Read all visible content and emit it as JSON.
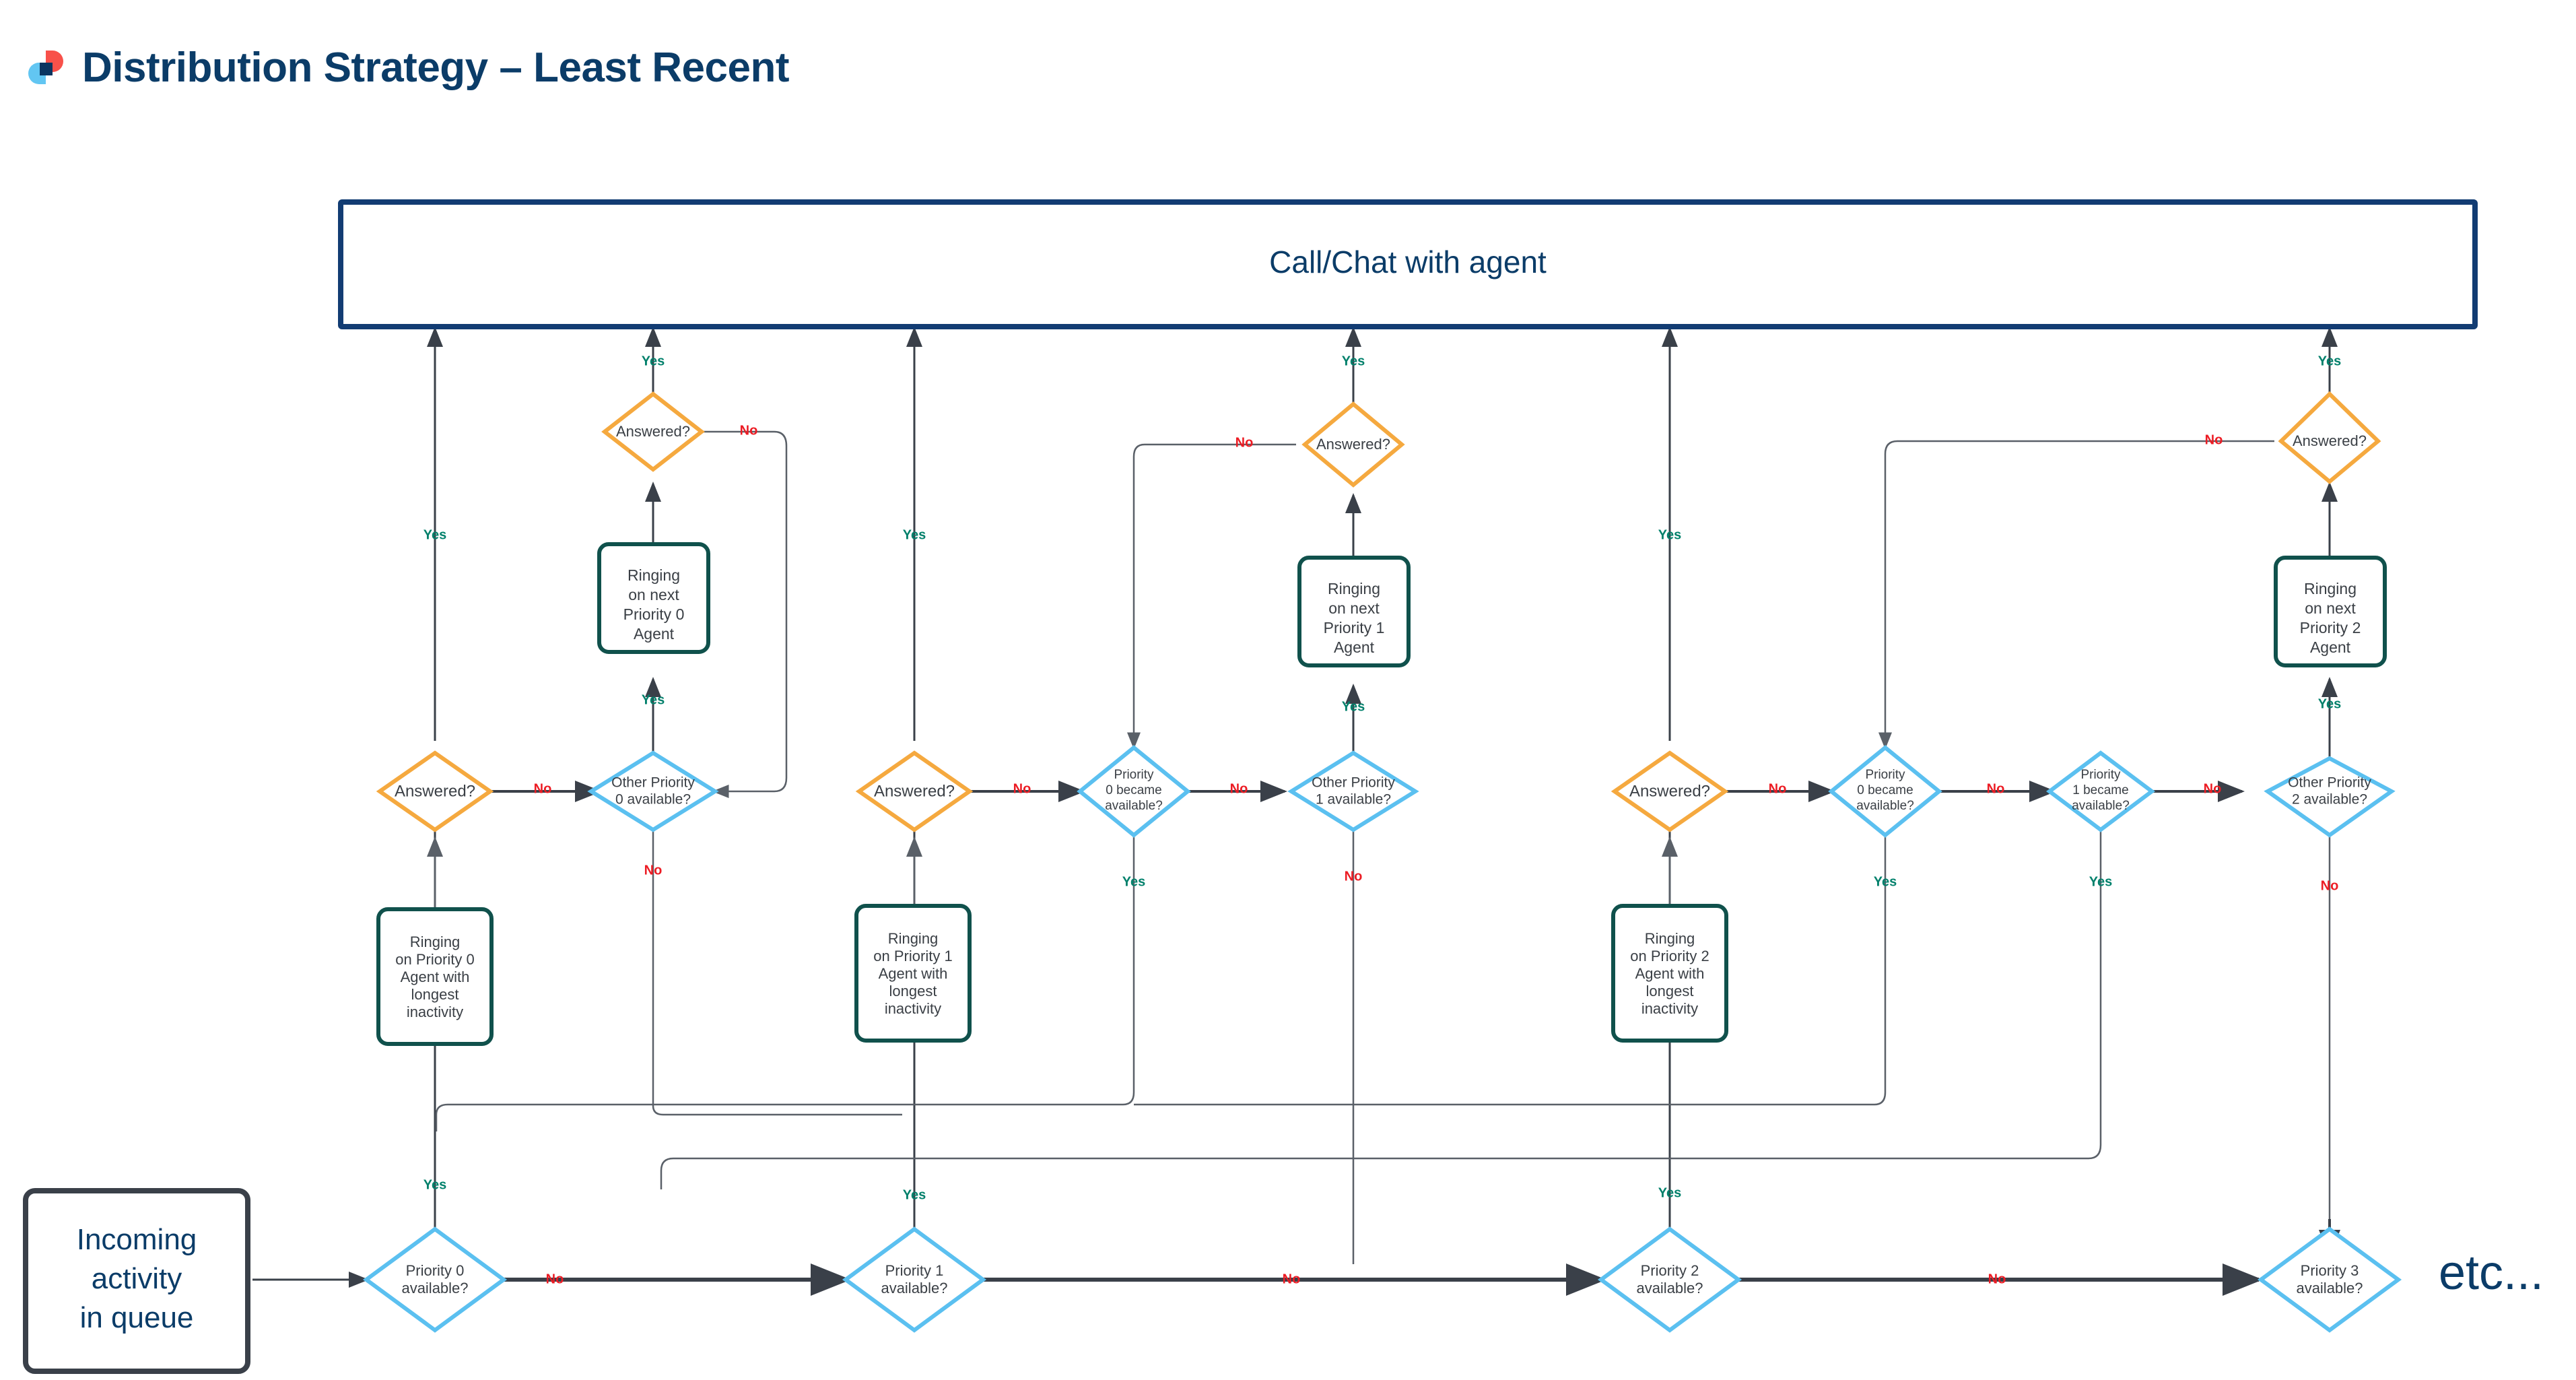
{
  "header": {
    "title": "Distribution Strategy – Least Recent",
    "logo": {
      "name": "app-logo-icon",
      "color_red": "#F8514A",
      "color_light_blue": "#62C6F2",
      "color_navy": "#0B3560"
    },
    "title_color": "#0B3C68"
  },
  "palette": {
    "decision_orange": "#F5A93F",
    "decision_blue": "#5BC0F0",
    "process_teal": "#10514C",
    "top_box_navy": "#0B3C68",
    "queue_box_dark": "#3A4049",
    "yes_green": "#00806B",
    "no_red": "#EC1C24",
    "connector_dark": "#3A4049",
    "connector_grey": "#6E7378"
  },
  "diagram": {
    "type": "flowchart",
    "top_box": {
      "label": "Call/Chat with agent"
    },
    "start_box": {
      "label_lines": [
        "Incoming",
        "activity",
        "in queue"
      ]
    },
    "etc_label": "etc...",
    "nodes": [
      {
        "id": "p0_avail",
        "shape": "diamond",
        "color": "blue",
        "label_lines": [
          "Priority 0",
          "available?"
        ]
      },
      {
        "id": "p1_avail",
        "shape": "diamond",
        "color": "blue",
        "label_lines": [
          "Priority 1",
          "available?"
        ]
      },
      {
        "id": "p2_avail",
        "shape": "diamond",
        "color": "blue",
        "label_lines": [
          "Priority 2",
          "available?"
        ]
      },
      {
        "id": "p3_avail",
        "shape": "diamond",
        "color": "blue",
        "label_lines": [
          "Priority 3",
          "available?"
        ]
      },
      {
        "id": "ring_p0",
        "shape": "process",
        "color": "teal",
        "label_lines": [
          "Ringing",
          "on Priority 0",
          "Agent with",
          "longest",
          "inactivity"
        ]
      },
      {
        "id": "ring_p1",
        "shape": "process",
        "color": "teal",
        "label_lines": [
          "Ringing",
          "on Priority 1",
          "Agent with",
          "longest",
          "inactivity"
        ]
      },
      {
        "id": "ring_p2",
        "shape": "process",
        "color": "teal",
        "label_lines": [
          "Ringing",
          "on Priority 2",
          "Agent with",
          "longest",
          "inactivity"
        ]
      },
      {
        "id": "ans_p0",
        "shape": "diamond",
        "color": "orange",
        "label_lines": [
          "Answered?"
        ]
      },
      {
        "id": "ans_p1",
        "shape": "diamond",
        "color": "orange",
        "label_lines": [
          "Answered?"
        ]
      },
      {
        "id": "ans_p2",
        "shape": "diamond",
        "color": "orange",
        "label_lines": [
          "Answered?"
        ]
      },
      {
        "id": "other_p0",
        "shape": "diamond",
        "color": "blue",
        "label_lines": [
          "Other Priority",
          "0 available?"
        ]
      },
      {
        "id": "other_p1",
        "shape": "diamond",
        "color": "blue",
        "label_lines": [
          "Other Priority",
          "1 available?"
        ]
      },
      {
        "id": "other_p2",
        "shape": "diamond",
        "color": "blue",
        "label_lines": [
          "Other Priority",
          "2 available?"
        ]
      },
      {
        "id": "next_ring_p0",
        "shape": "process",
        "color": "teal",
        "label_lines": [
          "Ringing",
          "on next",
          "Priority 0",
          "Agent"
        ]
      },
      {
        "id": "next_ring_p1",
        "shape": "process",
        "color": "teal",
        "label_lines": [
          "Ringing",
          "on next",
          "Priority 1",
          "Agent"
        ]
      },
      {
        "id": "next_ring_p2",
        "shape": "process",
        "color": "teal",
        "label_lines": [
          "Ringing",
          "on next",
          "Priority 2",
          "Agent"
        ]
      },
      {
        "id": "ans_next_p0",
        "shape": "diamond",
        "color": "orange",
        "label_lines": [
          "Answered?"
        ]
      },
      {
        "id": "ans_next_p1",
        "shape": "diamond",
        "color": "orange",
        "label_lines": [
          "Answered?"
        ]
      },
      {
        "id": "ans_next_p2",
        "shape": "diamond",
        "color": "orange",
        "label_lines": [
          "Answered?"
        ]
      },
      {
        "id": "p0_became",
        "shape": "diamond",
        "color": "blue",
        "label_lines": [
          "Priority",
          "0 became",
          "available?"
        ]
      },
      {
        "id": "p0_became_2",
        "shape": "diamond",
        "color": "blue",
        "label_lines": [
          "Priority",
          "0 became",
          "available?"
        ]
      },
      {
        "id": "p1_became",
        "shape": "diamond",
        "color": "blue",
        "label_lines": [
          "Priority",
          "1 became",
          "available?"
        ]
      }
    ],
    "edge_labels": {
      "yes": "Yes",
      "no": "No"
    },
    "edges": [
      {
        "from": "start_box",
        "to": "p0_avail",
        "label": ""
      },
      {
        "from": "p0_avail",
        "to": "ring_p0",
        "label": "Yes"
      },
      {
        "from": "p0_avail",
        "to": "p1_avail",
        "label": "No"
      },
      {
        "from": "ring_p0",
        "to": "ans_p0",
        "label": ""
      },
      {
        "from": "ans_p0",
        "to": "top_box",
        "label": "Yes"
      },
      {
        "from": "ans_p0",
        "to": "other_p0",
        "label": "No"
      },
      {
        "from": "other_p0",
        "to": "next_ring_p0",
        "label": "Yes"
      },
      {
        "from": "other_p0",
        "to": "p1_avail",
        "label": "No"
      },
      {
        "from": "next_ring_p0",
        "to": "ans_next_p0",
        "label": ""
      },
      {
        "from": "ans_next_p0",
        "to": "top_box",
        "label": "Yes"
      },
      {
        "from": "ans_next_p0",
        "to": "other_p0",
        "label": "No"
      },
      {
        "from": "p1_avail",
        "to": "ring_p1",
        "label": "Yes"
      },
      {
        "from": "p1_avail",
        "to": "p2_avail",
        "label": "No"
      },
      {
        "from": "ring_p1",
        "to": "ans_p1",
        "label": ""
      },
      {
        "from": "ans_p1",
        "to": "top_box",
        "label": "Yes"
      },
      {
        "from": "ans_p1",
        "to": "p0_became",
        "label": "No"
      },
      {
        "from": "p0_became",
        "to": "p0_avail",
        "label": "Yes"
      },
      {
        "from": "p0_became",
        "to": "other_p1",
        "label": "No"
      },
      {
        "from": "other_p1",
        "to": "next_ring_p1",
        "label": "Yes"
      },
      {
        "from": "other_p1",
        "to": "p2_avail",
        "label": "No"
      },
      {
        "from": "next_ring_p1",
        "to": "ans_next_p1",
        "label": ""
      },
      {
        "from": "ans_next_p1",
        "to": "top_box",
        "label": "Yes"
      },
      {
        "from": "ans_next_p1",
        "to": "p0_became",
        "label": "No"
      },
      {
        "from": "p2_avail",
        "to": "ring_p2",
        "label": "Yes"
      },
      {
        "from": "p2_avail",
        "to": "p3_avail",
        "label": "No"
      },
      {
        "from": "ring_p2",
        "to": "ans_p2",
        "label": ""
      },
      {
        "from": "ans_p2",
        "to": "top_box",
        "label": "Yes"
      },
      {
        "from": "ans_p2",
        "to": "p0_became_2",
        "label": "No"
      },
      {
        "from": "p0_became_2",
        "to": "p0_avail",
        "label": "Yes"
      },
      {
        "from": "p0_became_2",
        "to": "p1_became",
        "label": "No"
      },
      {
        "from": "p1_became",
        "to": "p1_avail",
        "label": "Yes"
      },
      {
        "from": "p1_became",
        "to": "other_p2",
        "label": "No"
      },
      {
        "from": "other_p2",
        "to": "next_ring_p2",
        "label": "Yes"
      },
      {
        "from": "other_p2",
        "to": "p3_avail",
        "label": "No"
      },
      {
        "from": "next_ring_p2",
        "to": "ans_next_p2",
        "label": ""
      },
      {
        "from": "ans_next_p2",
        "to": "top_box",
        "label": "Yes"
      },
      {
        "from": "ans_next_p2",
        "to": "p0_became_2",
        "label": "No"
      }
    ]
  }
}
